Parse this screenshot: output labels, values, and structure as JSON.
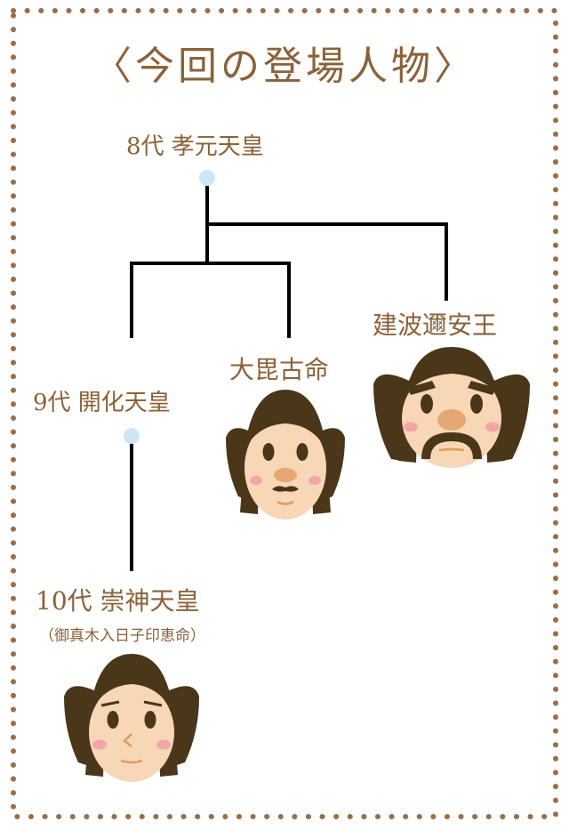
{
  "title": "〈今回の登場人物〉",
  "people": {
    "emperor8": {
      "name": "8代 孝元天皇"
    },
    "emperor9": {
      "name": "9代 開化天皇"
    },
    "emperor10": {
      "name": "10代 崇神天皇",
      "alias": "（御真木入日子印恵命）"
    },
    "ohiko": {
      "name": "大毘古命"
    },
    "takehani": {
      "name": "建波邇安王"
    }
  },
  "colors": {
    "text": "#8b6238",
    "line": "#000000",
    "dot": "#cde6f5",
    "frame_dots": "#9a6e47",
    "hair": "#4a3618",
    "skin": "#f7d7b6",
    "cheek": "#f1a7a7"
  }
}
